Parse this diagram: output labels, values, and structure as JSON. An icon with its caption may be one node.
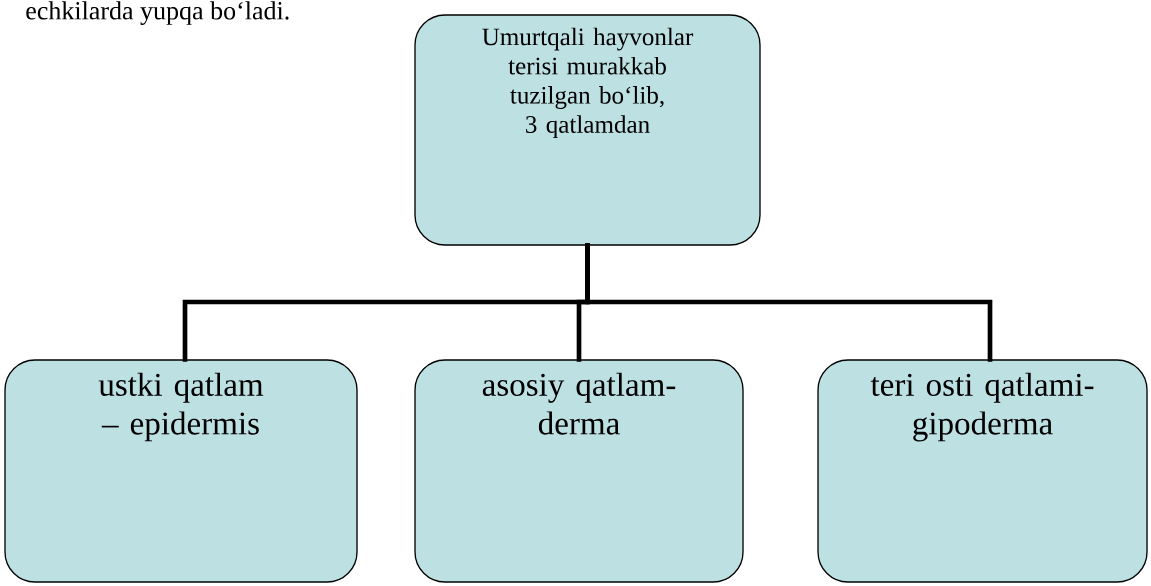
{
  "diagram": {
    "nodes": [
      {
        "text": [
          "Umurtqali hayvonlar terisi murakkab tuzilgan bo‘lib, 3 qatlamdan"
        ]
      },
      {
        "text": [
          "ustki qatlam – epidermis"
        ]
      },
      {
        "text": [
          "asosiy qatlam-derma"
        ]
      },
      {
        "text": [
          "teri osti qatlami-gipoderma"
        ]
      }
    ],
    "edges": [
      {
        "from": 0,
        "to": 1,
        "arrow": "none"
      },
      {
        "from": 0,
        "to": 2,
        "arrow": "none"
      },
      {
        "from": 0,
        "to": 3,
        "arrow": "none"
      }
    ],
    "labels": [
      "echkilarda yupqa bo‘ladi."
    ]
  }
}
